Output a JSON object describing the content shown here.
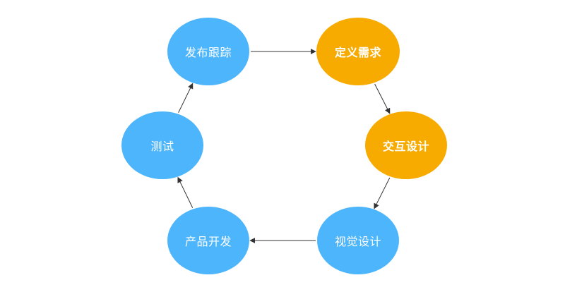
{
  "colors": {
    "blue": "#4db5fb",
    "orange": "#f7ab00",
    "arrow": "#333333"
  },
  "nodes": {
    "publish": {
      "label": "发布跟踪",
      "color": "blue"
    },
    "define": {
      "label": "定义需求",
      "color": "orange"
    },
    "interact": {
      "label": "交互设计",
      "color": "orange"
    },
    "visual": {
      "label": "视觉设计",
      "color": "blue"
    },
    "develop": {
      "label": "产品开发",
      "color": "blue"
    },
    "test": {
      "label": "测试",
      "color": "blue"
    }
  },
  "edges": [
    {
      "from": "publish",
      "to": "define"
    },
    {
      "from": "define",
      "to": "interact"
    },
    {
      "from": "interact",
      "to": "visual"
    },
    {
      "from": "visual",
      "to": "develop"
    },
    {
      "from": "develop",
      "to": "test"
    },
    {
      "from": "test",
      "to": "publish"
    }
  ]
}
